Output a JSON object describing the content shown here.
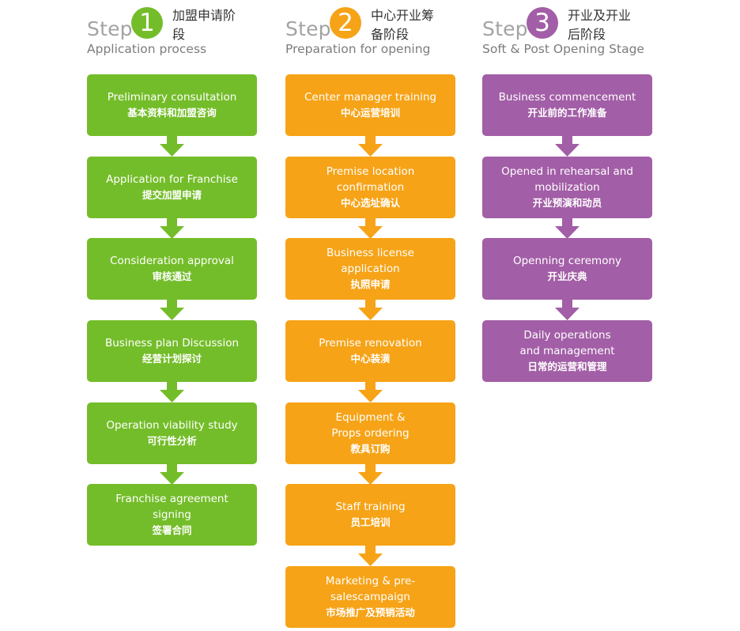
{
  "steps": [
    {
      "word": "Step",
      "number": "1",
      "title_cn": "加盟申请阶段",
      "title_en": "Application process",
      "color": "#74bd2a",
      "items": [
        {
          "en": "Preliminary consultation",
          "cn": "基本资料和加盟咨询"
        },
        {
          "en": "Application for Franchise",
          "cn": "提交加盟申请"
        },
        {
          "en": "Consideration approval",
          "cn": "审核通过"
        },
        {
          "en": "Business plan Discussion",
          "cn": "经营计划探讨"
        },
        {
          "en": "Operation viability study",
          "cn": "可行性分析"
        },
        {
          "en": "Franchise agreement signing",
          "cn": "签署合同"
        }
      ]
    },
    {
      "word": "Step",
      "number": "2",
      "title_cn": "中心开业筹备阶段",
      "title_en": "Preparation for opening",
      "color": "#f6a317",
      "items": [
        {
          "en": "Center manager training",
          "cn": "中心运营培训"
        },
        {
          "en": "Premise location confirmation",
          "cn": "中心选址确认"
        },
        {
          "en": "Business license application",
          "cn": "执照申请"
        },
        {
          "en": "Premise renovation",
          "cn": "中心装潢"
        },
        {
          "en": "Equipment & Props ordering",
          "cn": "教具订购"
        },
        {
          "en": "Staff training",
          "cn": "员工培训"
        },
        {
          "en": "Marketing & pre-salescampaign",
          "cn": "市场推广及预销活动"
        }
      ]
    },
    {
      "word": "Step",
      "number": "3",
      "title_cn": "开业及开业后阶段",
      "title_en": "Soft & Post Opening Stage",
      "color": "#a25ea6",
      "items": [
        {
          "en": "Business commencement",
          "cn": "开业前的工作准备"
        },
        {
          "en": "Opened in rehearsal and mobilization",
          "cn": "开业预演和动员"
        },
        {
          "en": "Openning ceremony",
          "cn": "开业庆典"
        },
        {
          "en": "Daily operations and management",
          "cn": "日常的运营和管理"
        }
      ]
    }
  ]
}
